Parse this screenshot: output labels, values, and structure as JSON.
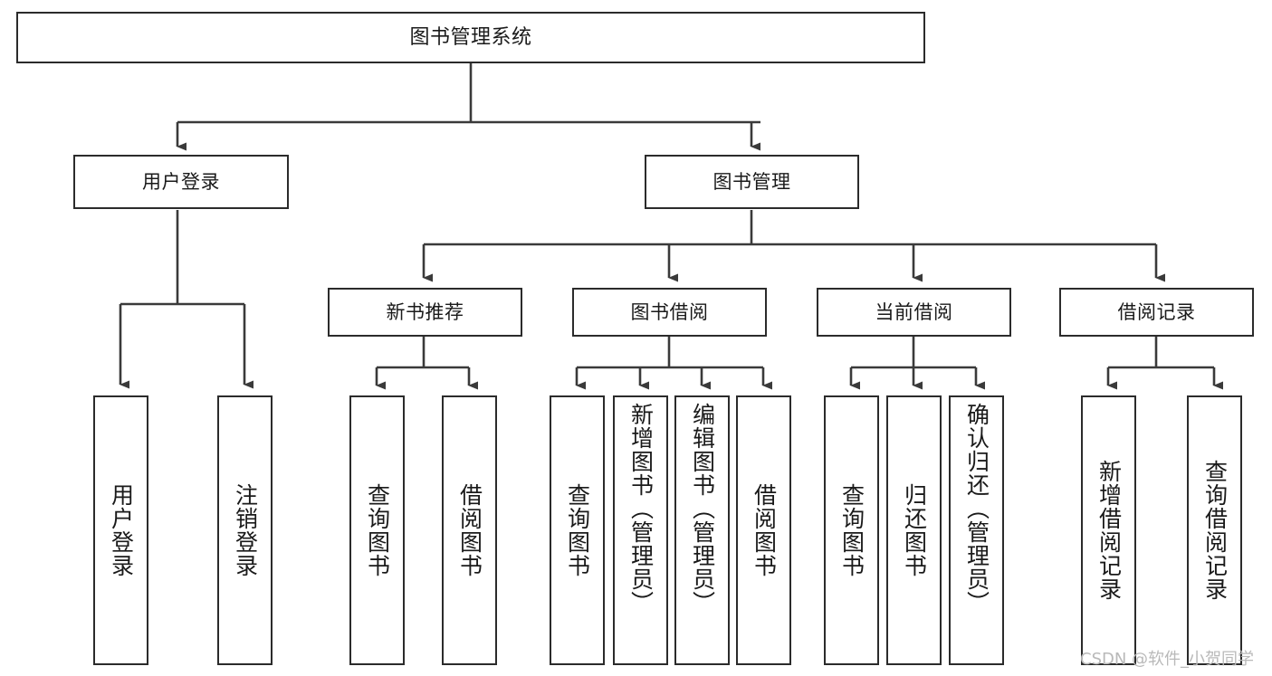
{
  "diagram": {
    "title": "图书管理系统",
    "type": "tree-structure-chart",
    "watermark": "CSDN @软件_小贺同学",
    "colors": {
      "box_border": "#2b2b2b",
      "box_fill": "#ffffff",
      "edge": "#3a3a3a",
      "text": "#1a1a1a",
      "watermark": "#b9b9b9",
      "background": "#ffffff"
    },
    "levels": {
      "root": "图书管理系统",
      "level2": [
        "用户登录",
        "图书管理"
      ],
      "level3": [
        "新书推荐",
        "图书借阅",
        "当前借阅",
        "借阅记录"
      ]
    },
    "nodes": {
      "root": {
        "label": "图书管理系统"
      },
      "user_login": {
        "label": "用户登录"
      },
      "book_manage": {
        "label": "图书管理"
      },
      "new_book_rec": {
        "label": "新书推荐"
      },
      "book_borrow": {
        "label": "图书借阅"
      },
      "current_borrow": {
        "label": "当前借阅"
      },
      "borrow_record": {
        "label": "借阅记录"
      },
      "leaf_user_login": {
        "label": "用户登录"
      },
      "leaf_logout": {
        "label": "注销登录"
      },
      "leaf_query_book_1": {
        "label": "查询图书"
      },
      "leaf_borrow_book_1": {
        "label": "借阅图书"
      },
      "leaf_query_book_2": {
        "label": "查询图书"
      },
      "leaf_add_book": {
        "label": "新增图书（管理员）"
      },
      "leaf_edit_book": {
        "label": "编辑图书（管理员）"
      },
      "leaf_borrow_book_2": {
        "label": "借阅图书"
      },
      "leaf_query_book_3": {
        "label": "查询图书"
      },
      "leaf_return_book": {
        "label": "归还图书"
      },
      "leaf_confirm_return": {
        "label": "确认归还（管理员）"
      },
      "leaf_add_record": {
        "label": "新增借阅记录"
      },
      "leaf_query_record": {
        "label": "查询借阅记录"
      }
    }
  }
}
